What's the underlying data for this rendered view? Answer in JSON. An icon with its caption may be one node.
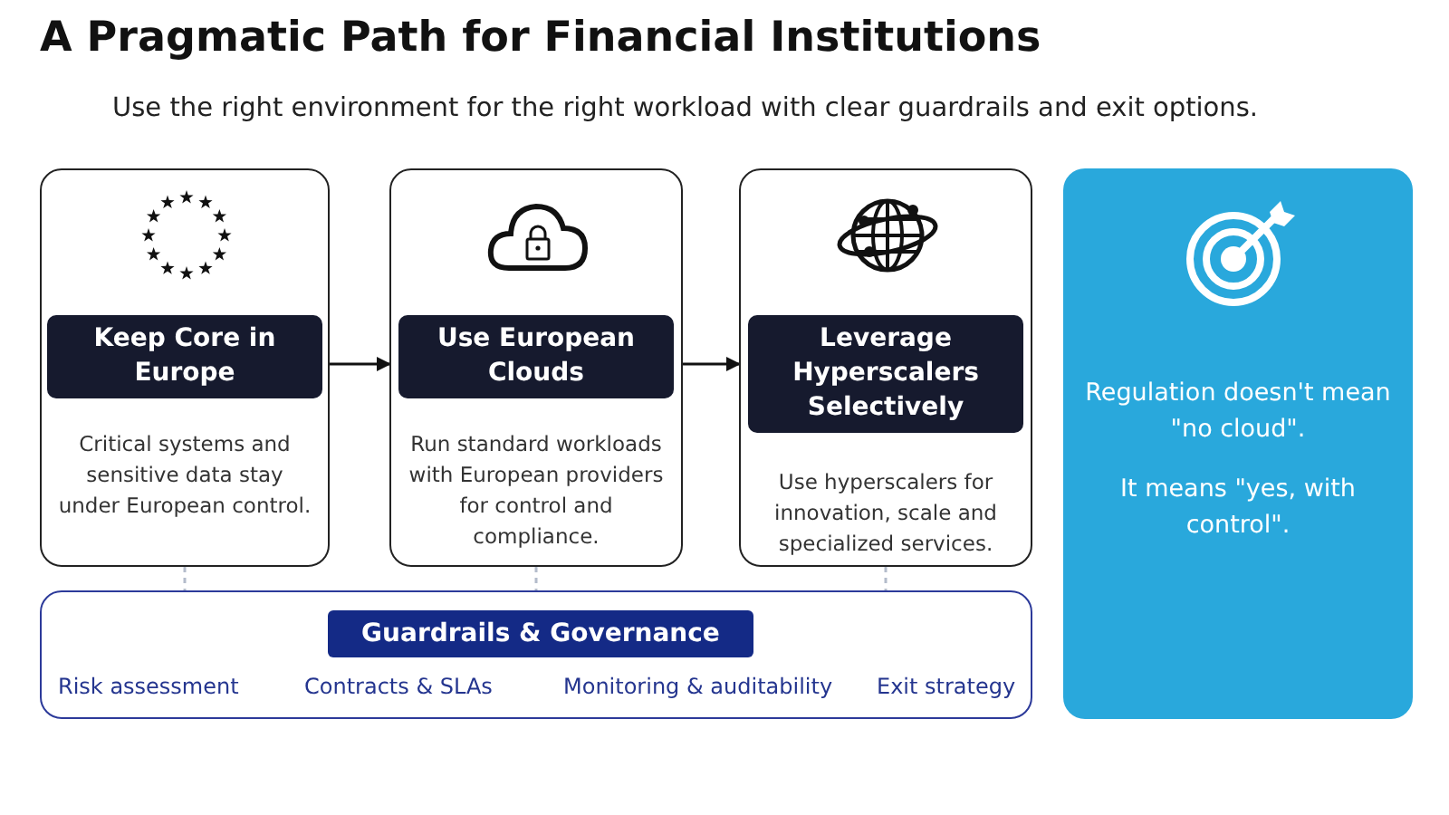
{
  "diagram": {
    "title": "A Pragmatic Path for Financial Institutions",
    "nodes": [
      {
        "text": [
          "Keep Core in Europe",
          "Critical systems and sensitive data stay under European control."
        ]
      },
      {
        "text": [
          "Use European Clouds",
          "Run standard workloads with European providers for control and compliance."
        ]
      },
      {
        "text": [
          "Leverage Hyperscalers Selectively",
          "Use hyperscalers for innovation, scale and specialized services."
        ]
      },
      {
        "text": [],
        "shape": "box"
      },
      {
        "text": [
          "Guardrails & Governance"
        ],
        "in": 3
      },
      {
        "text": [
          "Regulation doesn't mean \"no cloud\".",
          "It means \"yes, with control\"."
        ]
      }
    ],
    "edges": [
      {
        "from": 0,
        "to": 1,
        "arrow": "to",
        "color": "#111111"
      },
      {
        "from": 1,
        "to": 2,
        "arrow": "to",
        "color": "#111111"
      },
      {
        "from": 0,
        "to": 3,
        "arrow": "none",
        "style": "dashed",
        "color": "#b4bccb"
      },
      {
        "from": 1,
        "to": 3,
        "arrow": "none",
        "style": "dashed",
        "color": "#b4bccb"
      },
      {
        "from": 2,
        "to": 3,
        "arrow": "none",
        "style": "dashed",
        "color": "#b4bccb"
      }
    ],
    "labels": [
      "Use the right environment for the right workload with clear guardrails and exit options.",
      "Risk assessment",
      "Contracts & SLAs",
      "Monitoring & auditability",
      "Exit strategy"
    ]
  }
}
